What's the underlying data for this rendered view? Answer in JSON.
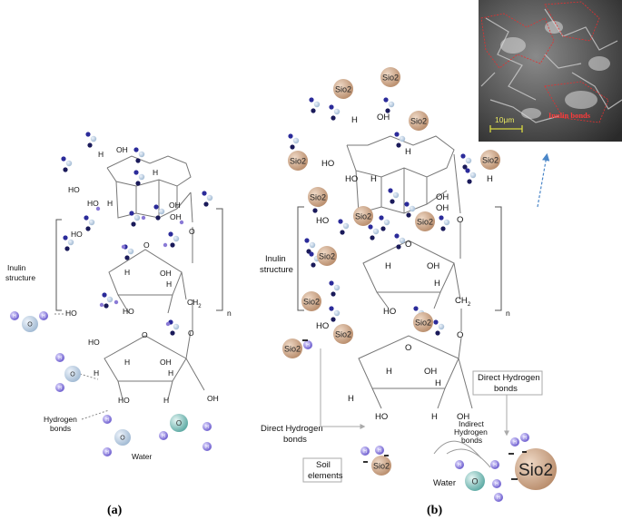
{
  "panel_a": {
    "caption": "(a)",
    "inulin_label": [
      "Inulin",
      "structure"
    ],
    "hydrogen_label": [
      "Hydrogen",
      "bonds"
    ],
    "water_label": "Water",
    "subscript_n": "n",
    "ch2": "CH",
    "ch2_sub": "2"
  },
  "panel_b": {
    "caption": "(b)",
    "inulin_label": [
      "Inulin",
      "structure"
    ],
    "direct_hb_top": [
      "Direct Hydrogen",
      "bonds"
    ],
    "direct_hb_left": [
      "Direct Hydrogen",
      "bonds"
    ],
    "indirect_hb": [
      "Indirect",
      "Hydrogen",
      "bonds"
    ],
    "soil_label": [
      "Soil",
      "elements"
    ],
    "water_label": "Water",
    "subscript_n": "n",
    "ch2": "CH",
    "ch2_sub": "2",
    "sio2": "Sio2"
  },
  "sem_inset": {
    "scale_label": "10μm",
    "overlay_label": "Inulin bonds"
  },
  "atoms": {
    "H": "H",
    "O": "O",
    "OH": "OH",
    "HO": "HO"
  },
  "colors": {
    "sio2_fill": "#c8a58a",
    "hydrogen_fill": "#8a7ad6",
    "oxygen_fill": "#8ec9c4",
    "dark_dot": "#1a1a5a",
    "arrow_blue": "#4a86c8",
    "sem_label_red": "#e53030",
    "scale_green": "#d8d840"
  }
}
